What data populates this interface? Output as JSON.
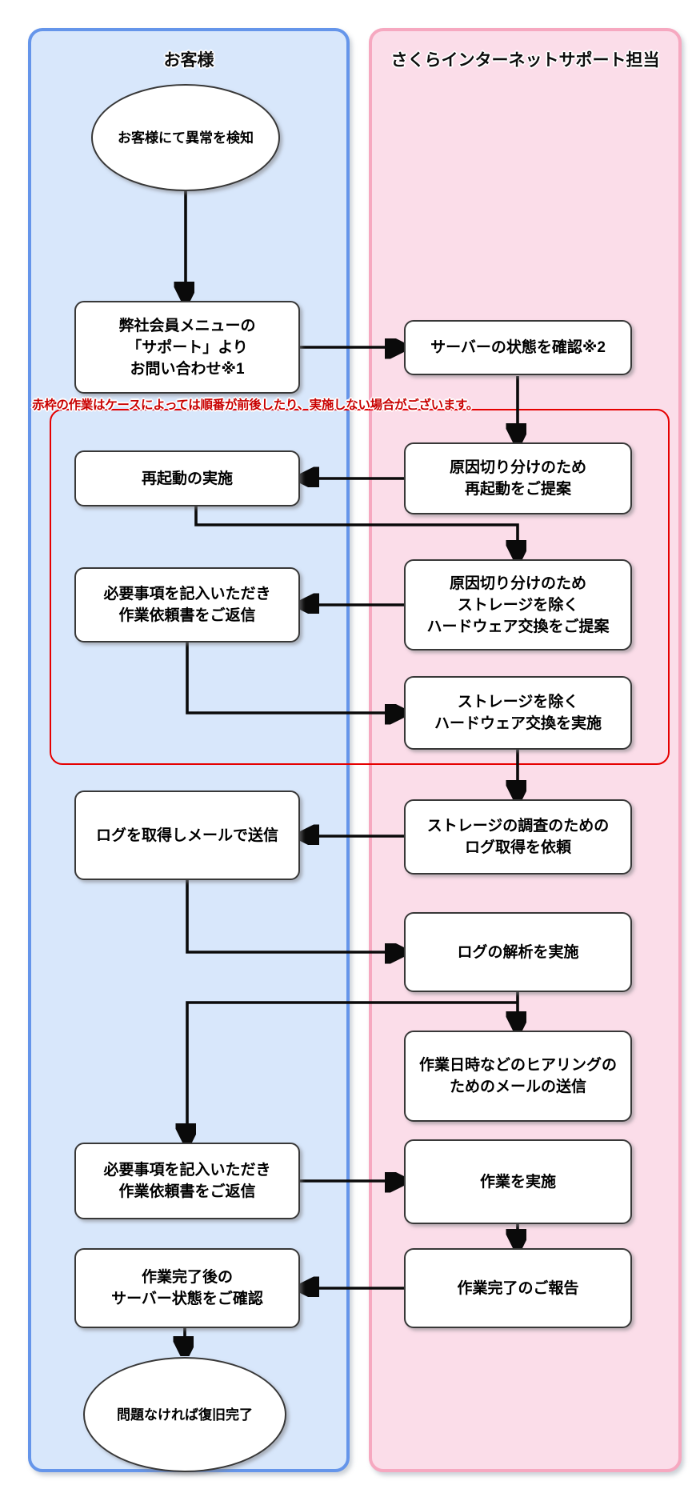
{
  "lanes": {
    "customer": {
      "label": "お客様"
    },
    "support": {
      "label": "さくらインターネットサポート担当"
    }
  },
  "note": {
    "text": "赤枠の作業はケースによっては順番が前後したり、実施しない場合がございます。"
  },
  "flow": {
    "detect": {
      "lines": [
        "お客様にて異常を検知"
      ]
    },
    "contact": {
      "lines": [
        "弊社会員メニューの",
        "「サポート」より",
        "お問い合わせ※1"
      ]
    },
    "check_server": {
      "lines": [
        "サーバーの状態を確認※2"
      ]
    },
    "propose_reboot": {
      "lines": [
        "原因切り分けのため",
        "再起動をご提案"
      ]
    },
    "reboot": {
      "lines": [
        "再起動の実施"
      ]
    },
    "propose_hw": {
      "lines": [
        "原因切り分けのため",
        "ストレージを除く",
        "ハードウェア交換をご提案"
      ]
    },
    "send_request1": {
      "lines": [
        "必要事項を記入いただき",
        "作業依頼書をご返信"
      ]
    },
    "replace_hw": {
      "lines": [
        "ストレージを除く",
        "ハードウェア交換を実施"
      ]
    },
    "request_logs": {
      "lines": [
        "ストレージの調査のための",
        "ログ取得を依頼"
      ]
    },
    "send_logs": {
      "lines": [
        "ログを取得しメールで送信"
      ]
    },
    "analyze_logs": {
      "lines": [
        "ログの解析を実施"
      ]
    },
    "hearing_mail": {
      "lines": [
        "作業日時などのヒアリングの",
        "ためのメールの送信"
      ]
    },
    "send_request2": {
      "lines": [
        "必要事項を記入いただき",
        "作業依頼書をご返信"
      ]
    },
    "do_work": {
      "lines": [
        "作業を実施"
      ]
    },
    "report_done": {
      "lines": [
        "作業完了のご報告"
      ]
    },
    "verify_server": {
      "lines": [
        "作業完了後の",
        "サーバー状態をご確認"
      ]
    },
    "recovered": {
      "lines": [
        "問題なければ復旧完了"
      ]
    }
  },
  "colors": {
    "customer_lane_fill": "#d8e7fb",
    "customer_lane_border": "#6595ea",
    "support_lane_fill": "#fbdde9",
    "support_lane_border": "#f6a8c0",
    "note_red": "#c80000",
    "frame_red": "#e60000",
    "node_border": "#383838",
    "arrow_black": "#0a0a0a"
  }
}
